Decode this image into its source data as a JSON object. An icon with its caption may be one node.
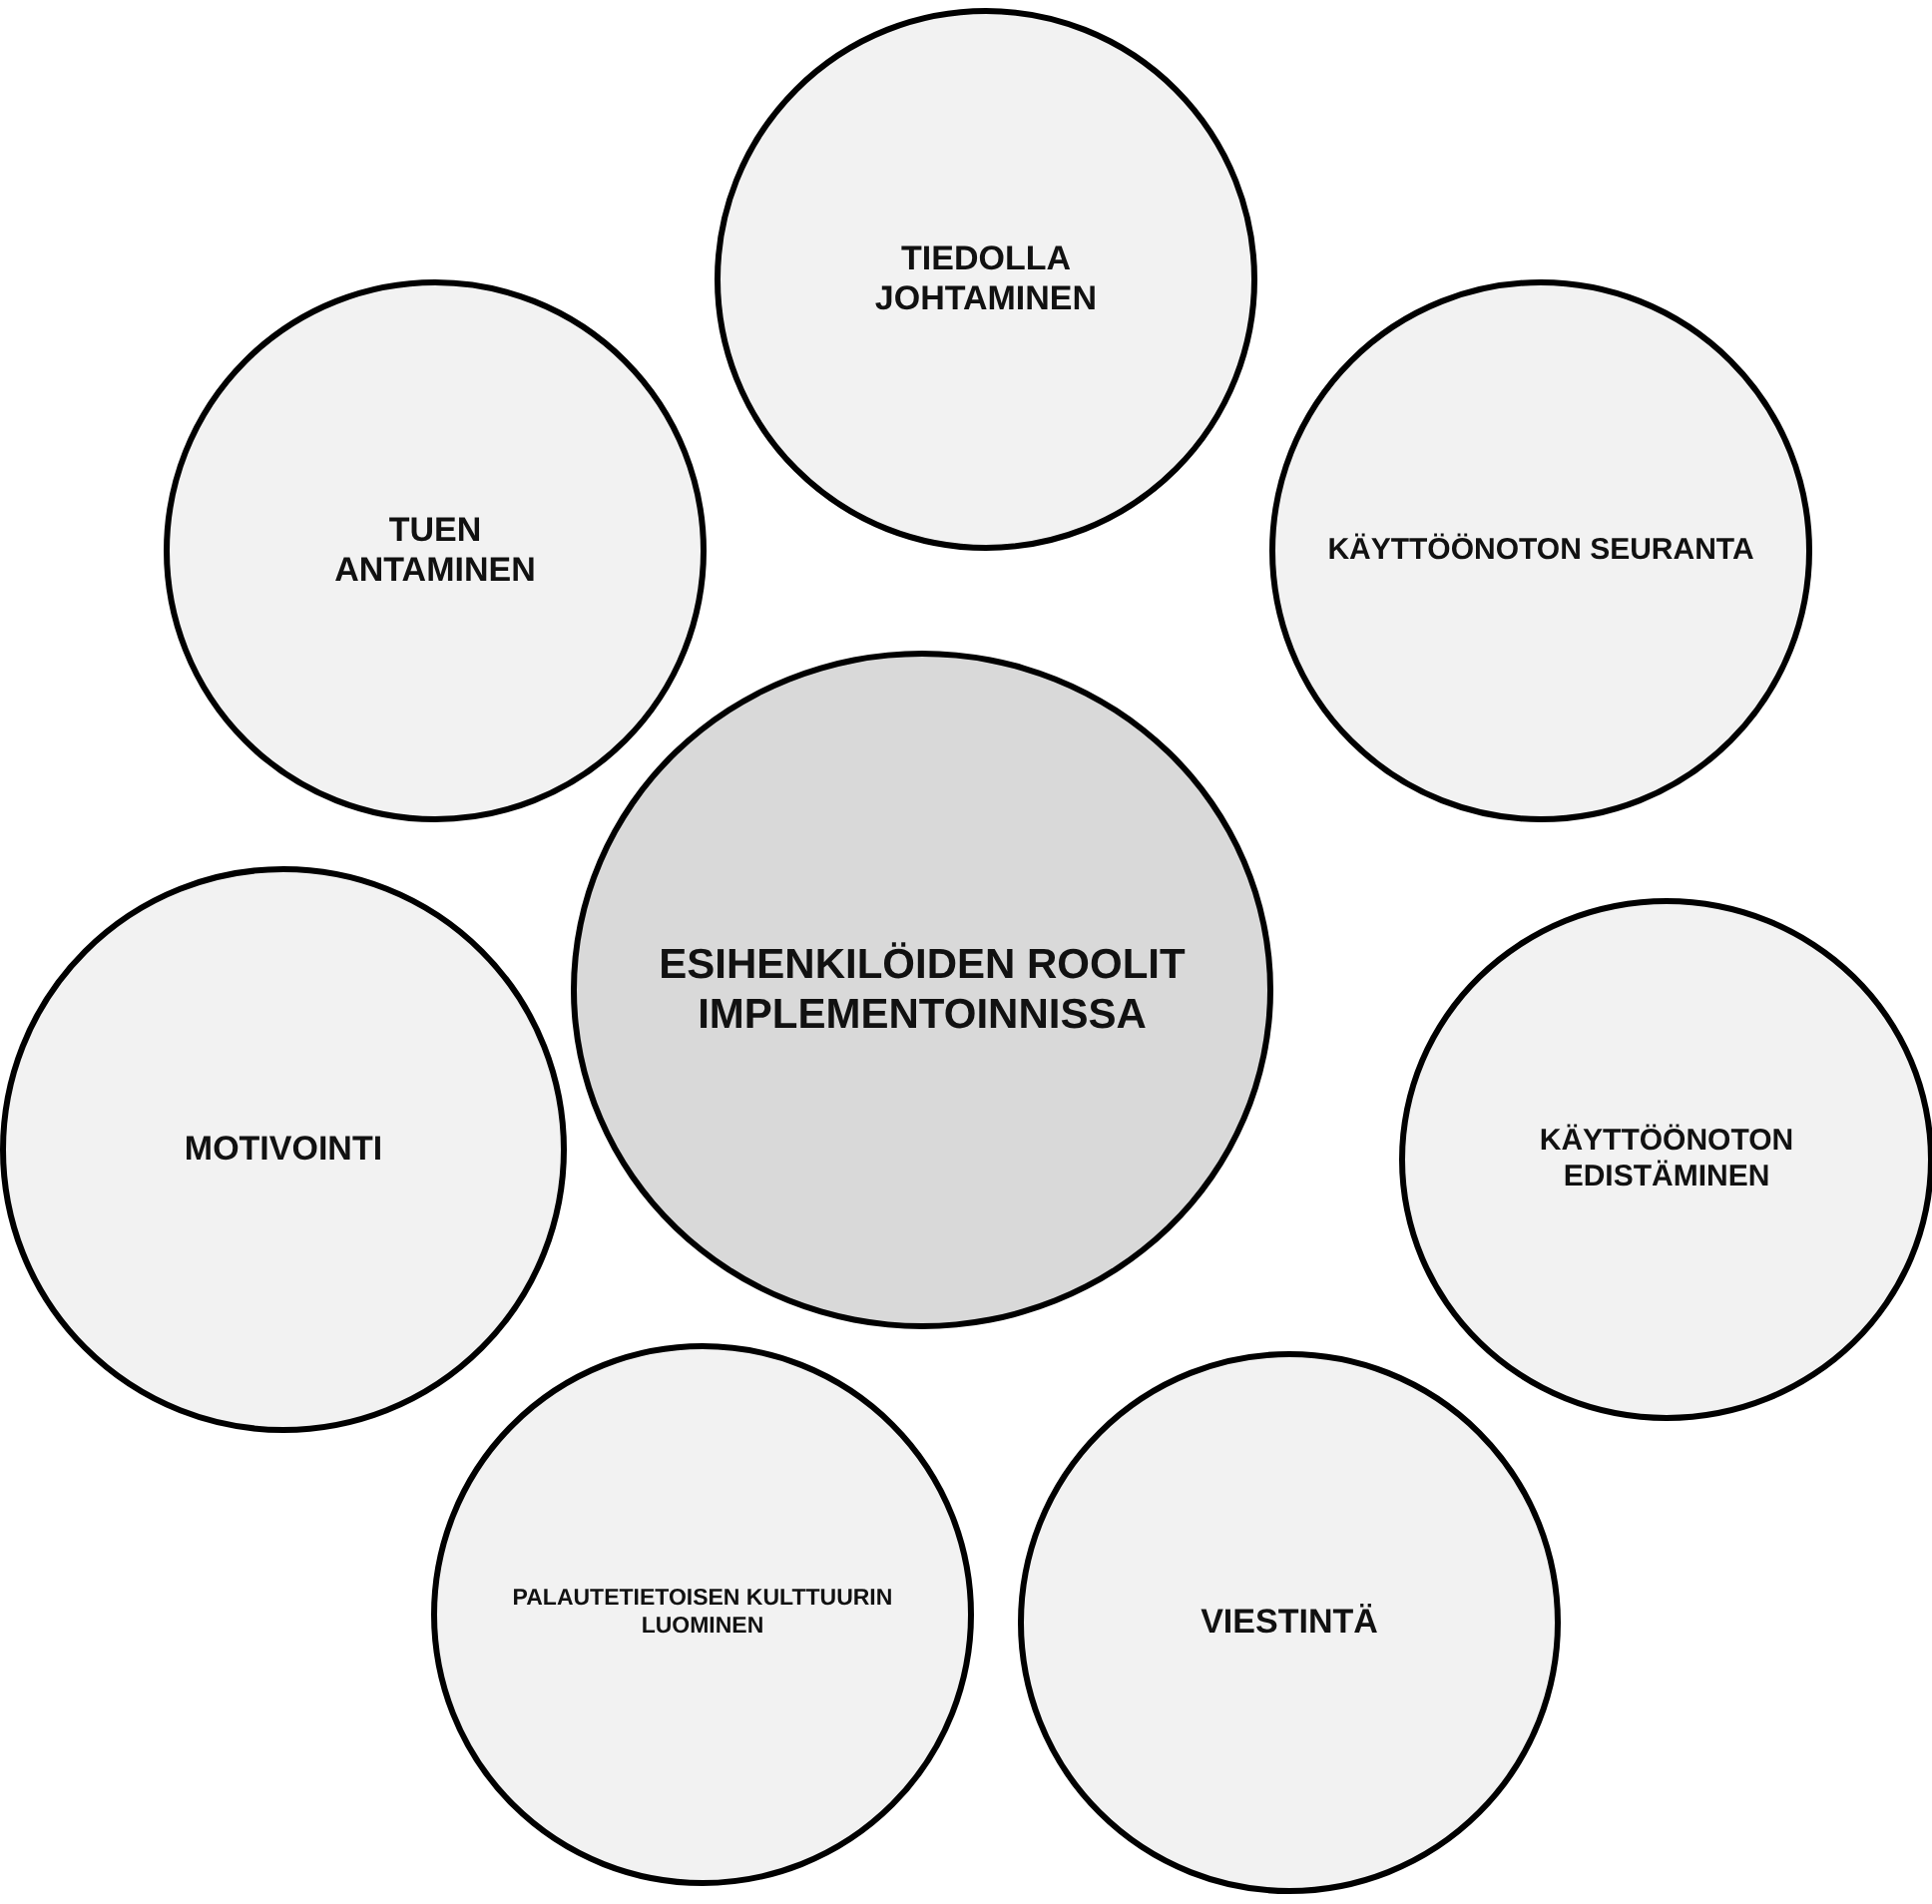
{
  "diagram": {
    "nodes": [
      {
        "text": [
          "ESIHENKILÖIDEN ROOLIT IMPLEMENTOINNISSA"
        ]
      },
      {
        "text": [
          "TIEDOLLA JOHTAMINEN"
        ]
      },
      {
        "text": [
          "KÄYTTÖÖNOTON SEURANTA"
        ]
      },
      {
        "text": [
          "KÄYTTÖÖNOTON EDISTÄMINEN"
        ]
      },
      {
        "text": [
          "VIESTINTÄ"
        ]
      },
      {
        "text": [
          "PALAUTETIETOISEN KULTTUURIN LUOMINEN"
        ]
      },
      {
        "text": [
          "MOTIVOINTI"
        ]
      },
      {
        "text": [
          "TUEN ANTAMINEN"
        ]
      }
    ],
    "edges": []
  }
}
